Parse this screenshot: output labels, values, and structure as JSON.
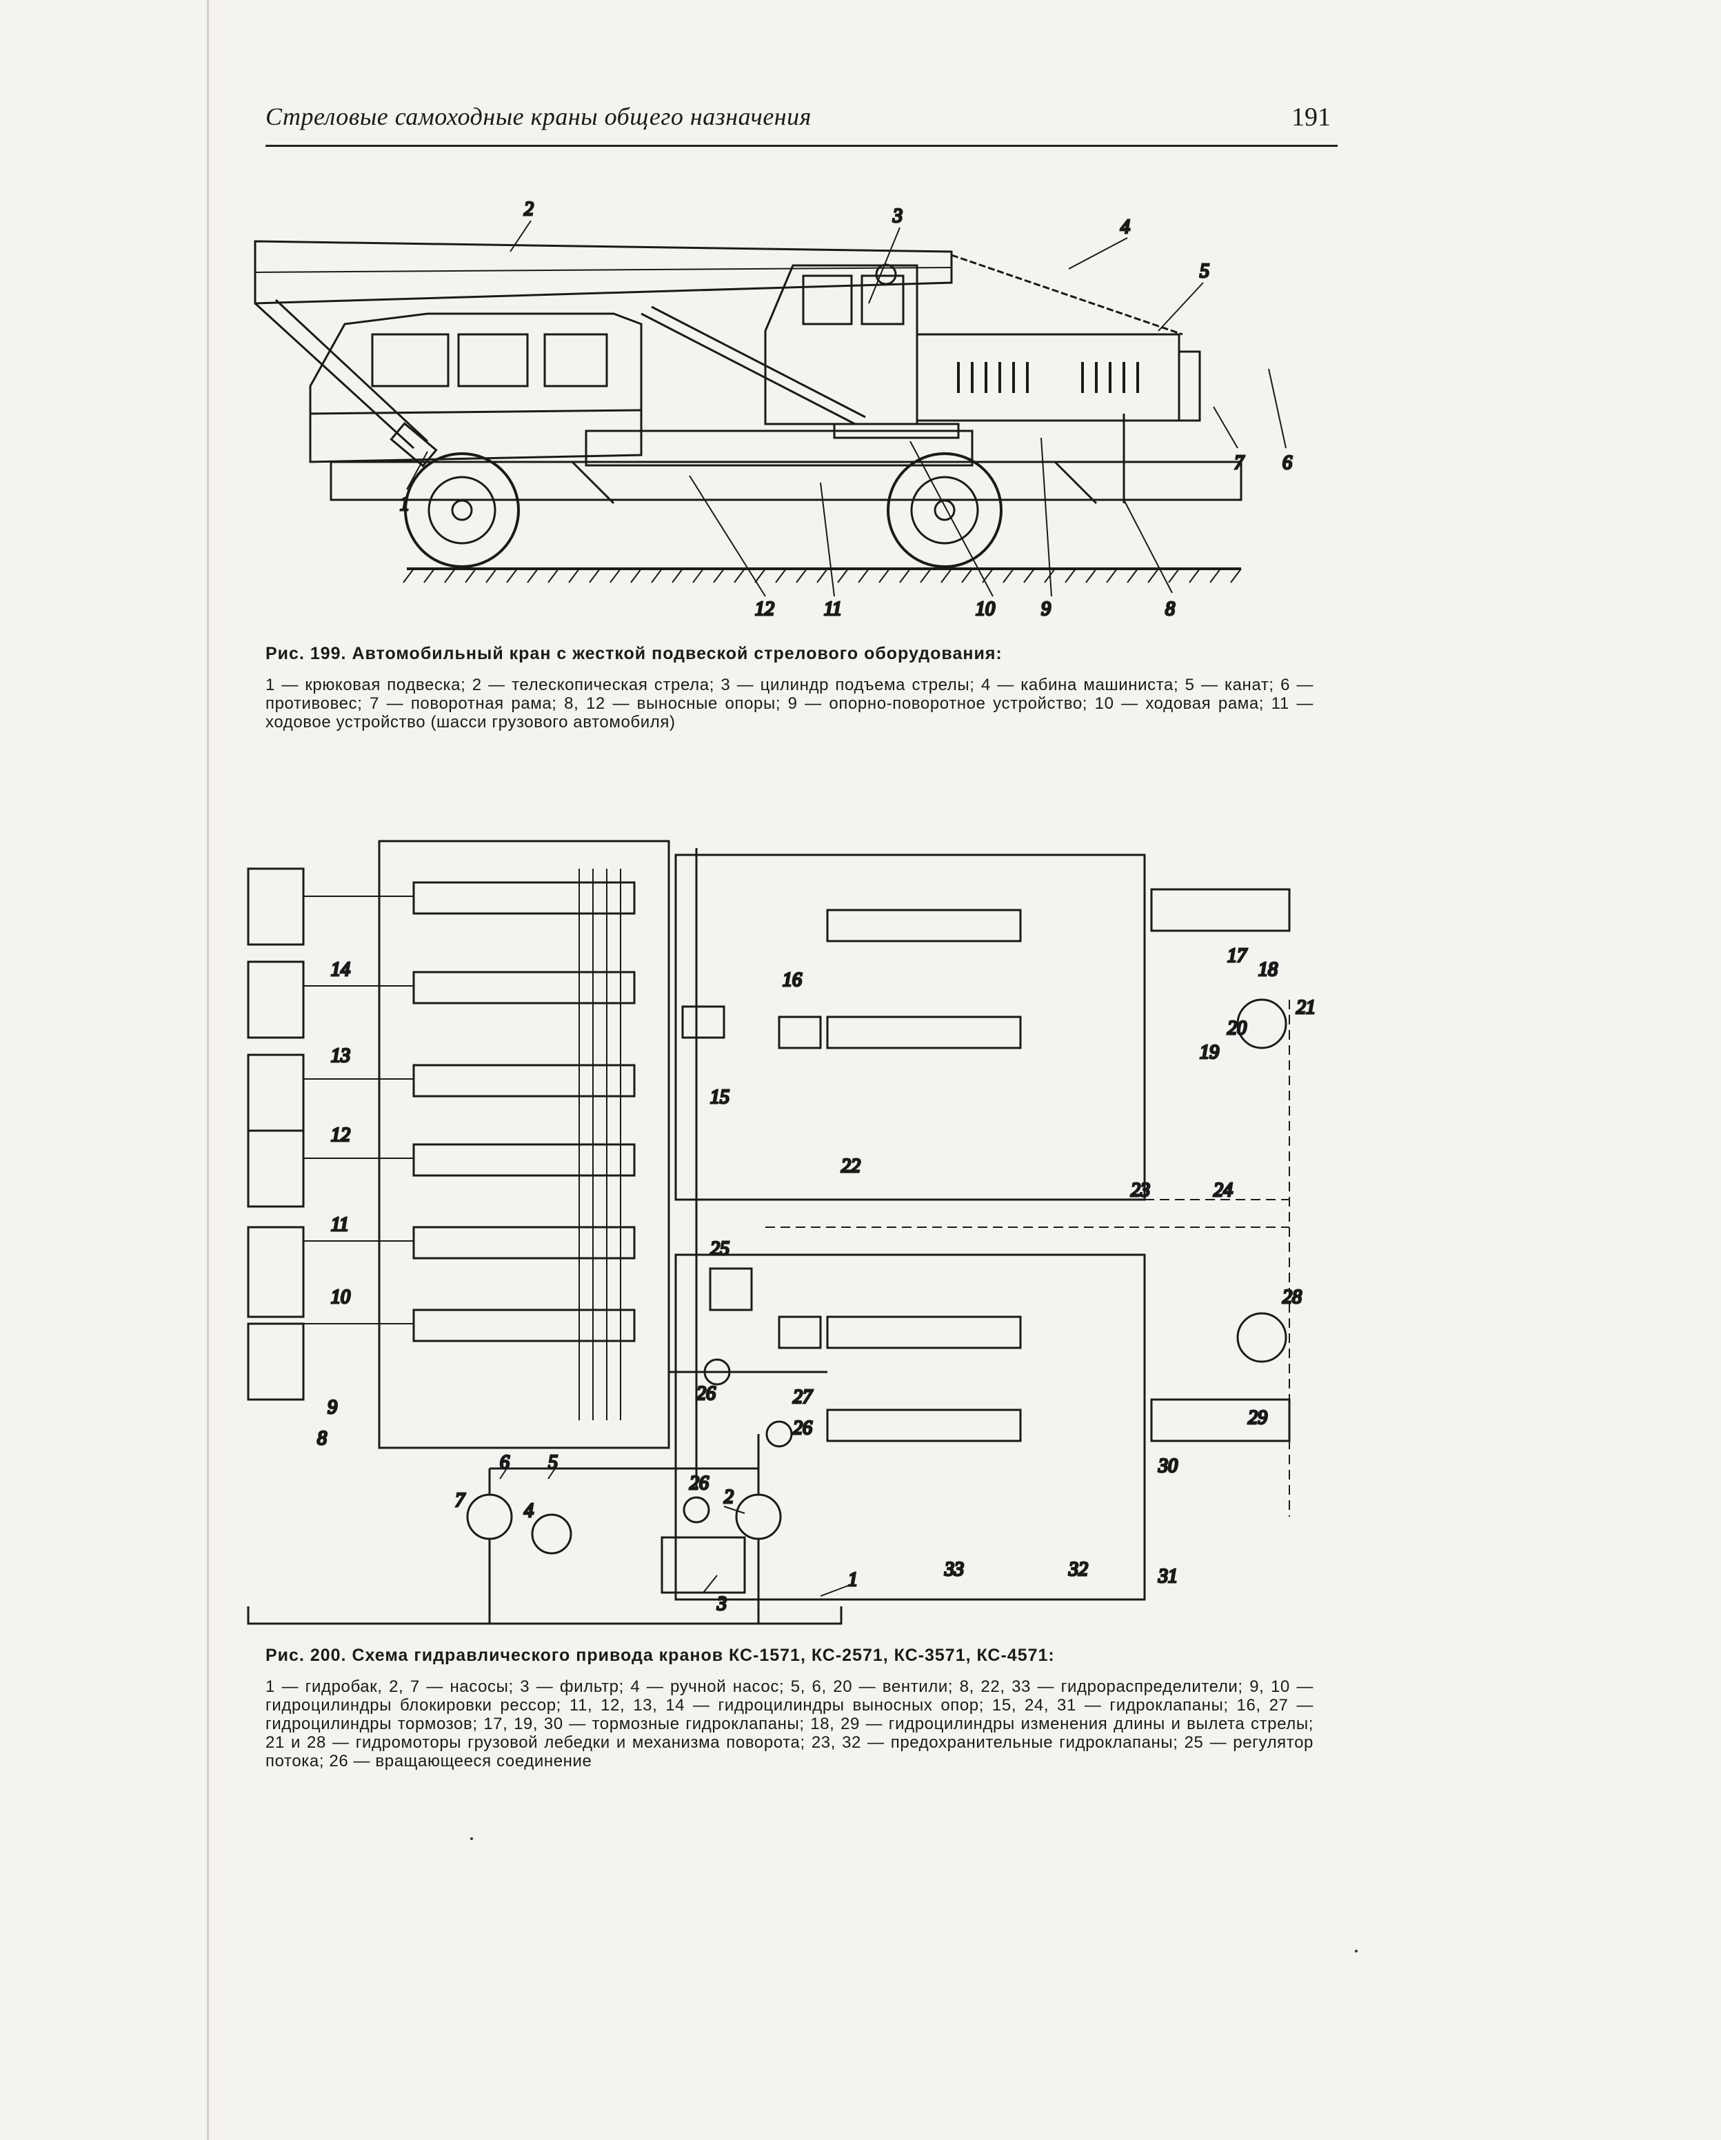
{
  "header": {
    "running_title": "Стреловые самоходные краны общего назначения",
    "page_number": "191"
  },
  "figure199": {
    "caption_title": "Рис. 199. Автомобильный кран с жесткой подвеской стрелового оборудования:",
    "legend": "1 — крюковая подвеска; 2 — телескопическая стрела; 3 — цилиндр подъема стрелы; 4 — кабина машиниста; 5 — канат; 6 — противовес; 7 — поворотная рама; 8, 12 — выносные опоры; 9 — опорно-поворотное устройство; 10 — ходовая рама; 11 — ходовое устройство (шасси грузового автомобиля)",
    "callouts": [
      "1",
      "2",
      "3",
      "4",
      "5",
      "6",
      "7",
      "8",
      "9",
      "10",
      "11",
      "12"
    ]
  },
  "figure200": {
    "caption_title": "Рис. 200. Схема гидравлического привода кранов КС-1571, КС-2571, КС-3571, КС-4571:",
    "legend": "1 — гидробак, 2, 7 — насосы; 3 — фильтр; 4 — ручной насос; 5, 6, 20 — вентили; 8, 22, 33 — гидрораспределители; 9, 10 — гидроцилиндры блокировки рессор; 11, 12, 13, 14 — гидроцилиндры выносных опор; 15, 24, 31 — гидроклапаны; 16, 27 — гидроцилиндры тормозов; 17, 19, 30 — тормозные гидроклапаны; 18, 29 — гидроцилиндры изменения длины и вылета стрелы; 21 и 28 — гидромоторы грузовой лебедки и механизма поворота; 23, 32 — предохранительные гидроклапаны; 25 — регулятор потока; 26 — вращающееся соединение",
    "callouts": [
      "1",
      "2",
      "3",
      "4",
      "5",
      "6",
      "7",
      "8",
      "9",
      "10",
      "11",
      "12",
      "13",
      "14",
      "15",
      "16",
      "17",
      "18",
      "19",
      "20",
      "21",
      "22",
      "23",
      "24",
      "25",
      "26",
      "26",
      "26",
      "27",
      "28",
      "29",
      "30",
      "31",
      "32",
      "33"
    ]
  }
}
